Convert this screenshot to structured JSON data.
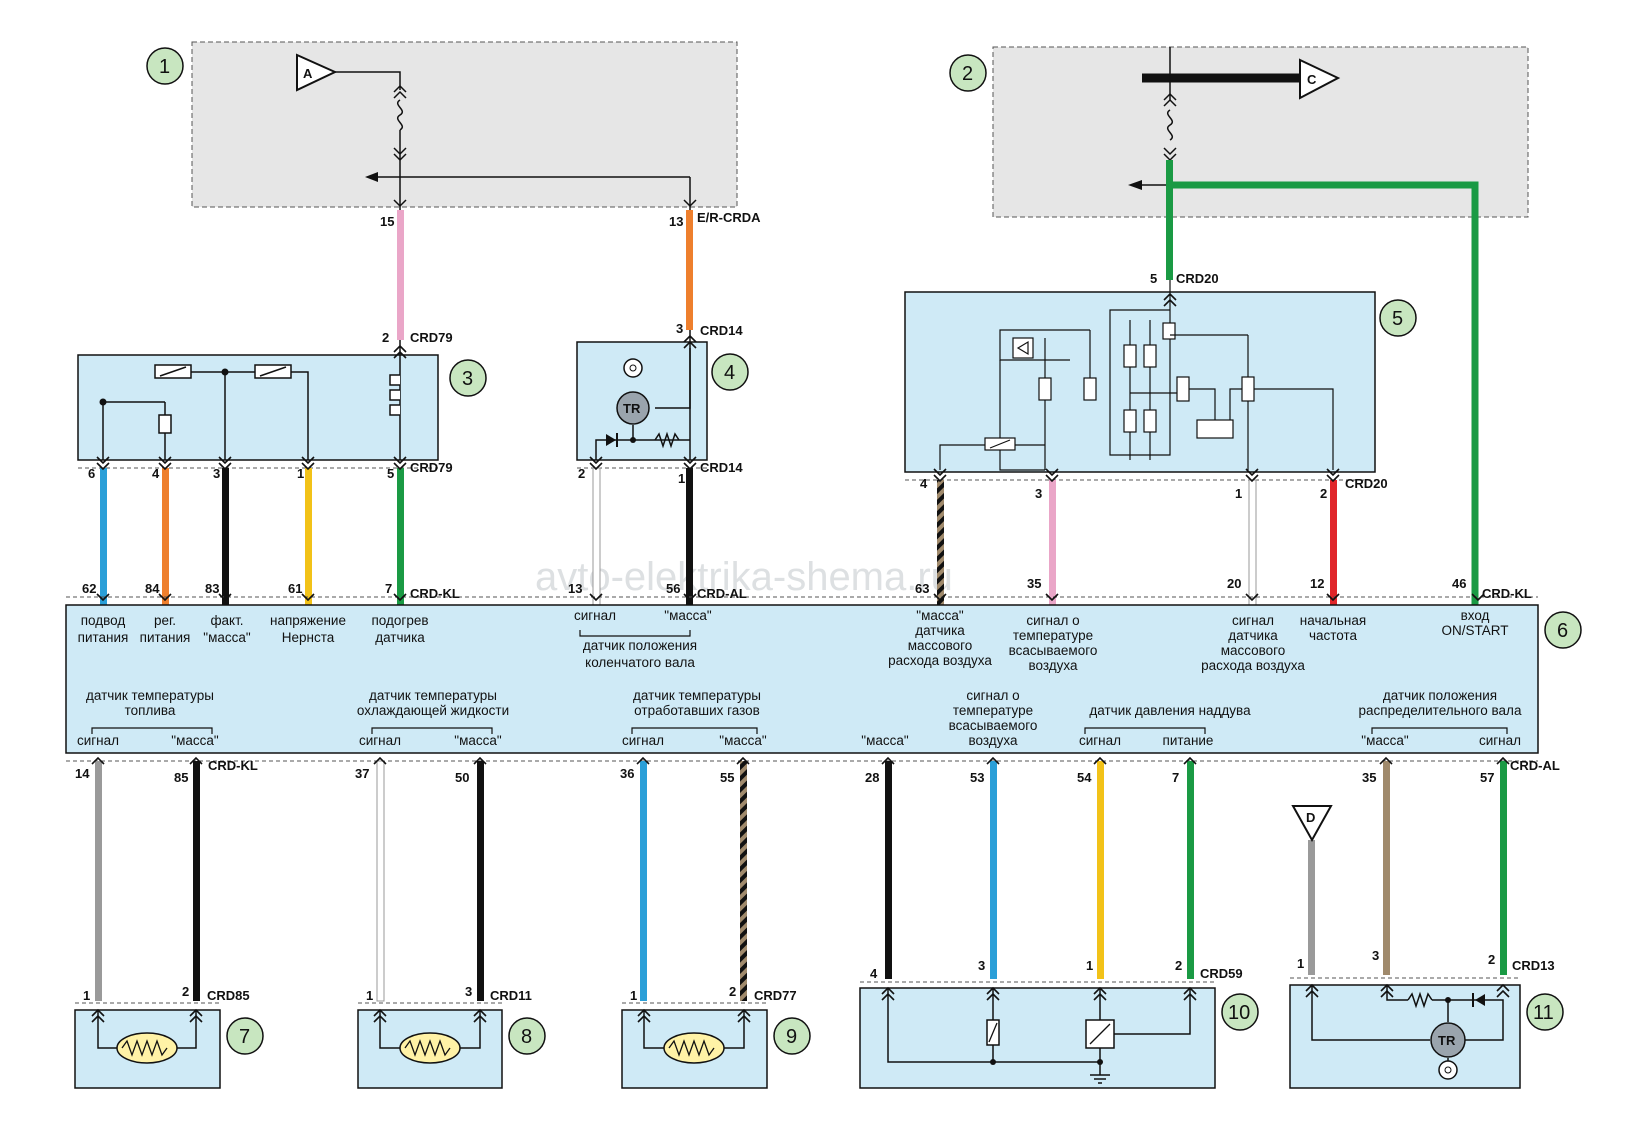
{
  "watermark": "avto-elektrika-shema.ru",
  "colors": {
    "box": "#cfeaf6",
    "grey_box": "#e6e6e6",
    "callout": "#c8e6c0",
    "blue": "#2a9fd8",
    "orange": "#ee7f2d",
    "yellow": "#f2c218",
    "green": "#1a9a44",
    "pink": "#eaa6c8",
    "red": "#e0262a",
    "grey": "#9a9a9a",
    "brown": "#a08a6c",
    "black": "#111111",
    "white": "#ffffff"
  },
  "components": {
    "c1": "1",
    "c2": "2",
    "c3": "3",
    "c4": "4",
    "c5": "5",
    "c6": "6",
    "c7": "7",
    "c8": "8",
    "c9": "9",
    "c10": "10",
    "c11": "11"
  },
  "refs": {
    "a": "A",
    "c": "C",
    "d": "D"
  },
  "connectors": {
    "er_crda": "E/R-CRDA",
    "crd20_top": "CRD20",
    "crd79_top": "CRD79",
    "crd14_top": "CRD14",
    "crd79_bottom": "CRD79",
    "crd14_bottom": "CRD14",
    "crd20_bottom": "CRD20",
    "crd_kl_top_left": "CRD-KL",
    "crd_al_top": "CRD-AL",
    "crd_kl_top_right": "CRD-KL",
    "crd_kl_bottom": "CRD-KL",
    "crd_al_bottom": "CRD-AL",
    "crd85": "CRD85",
    "crd11": "CRD11",
    "crd77": "CRD77",
    "crd59": "CRD59",
    "crd13": "CRD13"
  },
  "pins": {
    "p15": "15",
    "p13": "13",
    "p5_crd20": "5",
    "p2_crd79": "2",
    "p3_crd14": "3",
    "p6": "6",
    "p4": "4",
    "p3a": "3",
    "p1a": "1",
    "p5": "5",
    "p2_14": "2",
    "p1_14": "1",
    "p4_20": "4",
    "p3_20": "3",
    "p1_20": "1",
    "p2_20": "2",
    "e62": "62",
    "e84": "84",
    "e83": "83",
    "e61": "61",
    "e7": "7",
    "e13": "13",
    "e56": "56",
    "e63": "63",
    "e35": "35",
    "e20": "20",
    "e12": "12",
    "e46": "46",
    "b14": "14",
    "b85": "85",
    "b37": "37",
    "b50": "50",
    "b36": "36",
    "b55": "55",
    "b28": "28",
    "b53": "53",
    "b54": "54",
    "b7": "7",
    "b35": "35",
    "b57": "57",
    "s7_1": "1",
    "s7_2": "2",
    "s8_1": "1",
    "s8_3": "3",
    "s9_1": "1",
    "s9_2": "2",
    "s10_4": "4",
    "s10_3": "3",
    "s10_1": "1",
    "s10_2": "2",
    "s11_1": "1",
    "s11_3": "3",
    "s11_2": "2"
  },
  "ecu_top_labels": {
    "t1a": "подвод",
    "t1b": "питания",
    "t2a": "рег.",
    "t2b": "питания",
    "t3a": "факт.",
    "t3b": "\"масса\"",
    "t4a": "напряжение",
    "t4b": "Нернста",
    "t5a": "подогрев",
    "t5b": "датчика",
    "t6": "сигнал",
    "t7": "\"масса\"",
    "t8a": "датчик положения",
    "t8b": "коленчатого вала",
    "t9a": "\"масса\"",
    "t9b": "датчика",
    "t9c": "массового",
    "t9d": "расхода воздуха",
    "t10a": "сигнал о",
    "t10b": "температуре",
    "t10c": "всасываемого",
    "t10d": "воздуха",
    "t11a": "сигнал",
    "t11b": "датчика",
    "t11c": "массового",
    "t11d": "расхода воздуха",
    "t12a": "начальная",
    "t12b": "частота",
    "t13a": "вход",
    "t13b": "ON/START"
  },
  "ecu_bottom_labels": {
    "g1a": "датчик температуры",
    "g1b": "топлива",
    "g1s": "сигнал",
    "g1m": "\"масса\"",
    "g2a": "датчик температуры",
    "g2b": "охлаждающей жидкости",
    "g2s": "сигнал",
    "g2m": "\"масса\"",
    "g3a": "датчик температуры",
    "g3b": "отработавших газов",
    "g3s": "сигнал",
    "g3m": "\"масса\"",
    "g4": "\"масса\"",
    "g5a": "сигнал о",
    "g5b": "температуре",
    "g5c": "всасываемого",
    "g5d": "воздуха",
    "g6": "датчик давления наддува",
    "g6s": "сигнал",
    "g6p": "питание",
    "g7a": "датчик положения",
    "g7b": "распределительного вала",
    "g7m": "\"масса\"",
    "g7s": "сигнал"
  },
  "tr": "TR"
}
